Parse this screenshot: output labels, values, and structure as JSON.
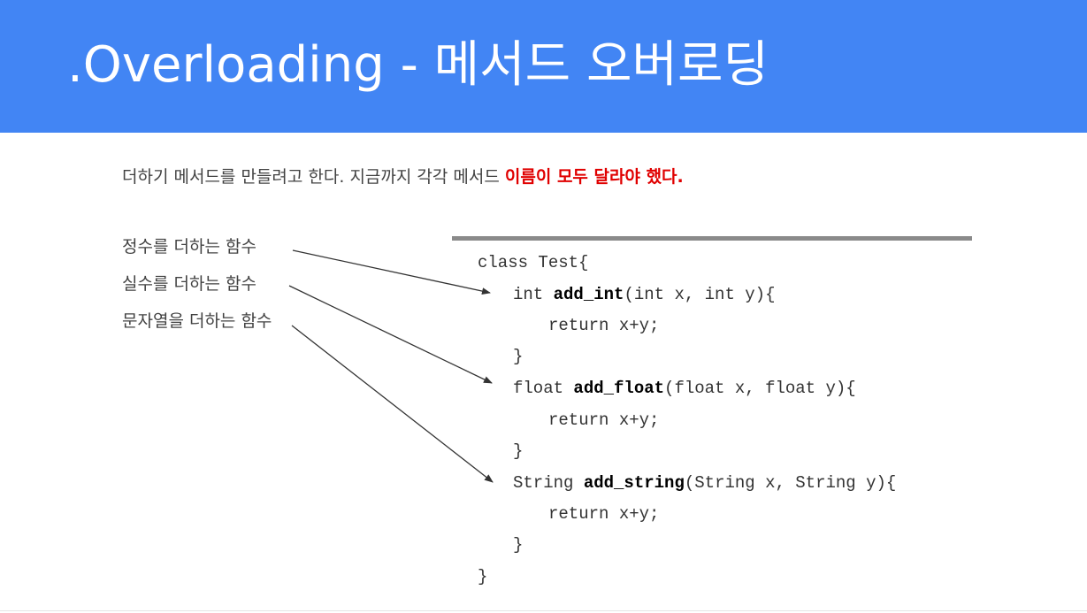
{
  "slide": {
    "title": ".Overloading - 메서드 오버로딩",
    "intro_text": "더하기 메서드를 만들려고 한다. 지금까지 각각 메서드 ",
    "intro_emphasis": "이름이 모두 달라야 했다.",
    "accent_color": "#4285f4",
    "emphasis_color": "#e00000"
  },
  "labels": [
    "정수를 더하는 함수",
    "실수를 더하는 함수",
    "문자열을 더하는 함수"
  ],
  "code": {
    "class_open": "class Test{",
    "methods": [
      {
        "pre": "int ",
        "name": "add_int",
        "post": "(int x, int y){"
      },
      {
        "pre": "float ",
        "name": "add_float",
        "post": "(float x, float y){"
      },
      {
        "pre": "String ",
        "name": "add_string",
        "post": "(String x, String y){"
      }
    ],
    "body": "return x+y;",
    "block_close": "}",
    "class_close": "}"
  }
}
